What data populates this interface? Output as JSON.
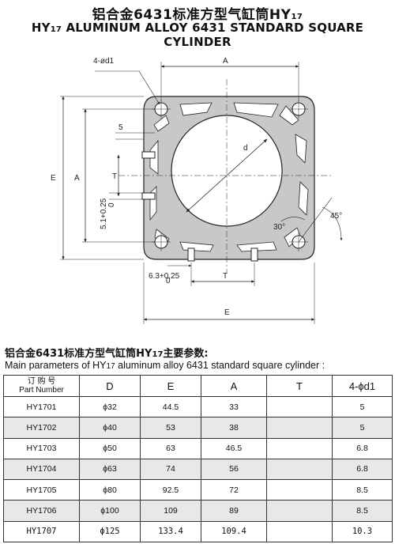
{
  "header": {
    "title_cn": "铝合金6431标准方型气缸筒",
    "title_cn_model": "HY",
    "title_cn_sub": "17",
    "title_en_pre": "HY",
    "title_en_sub": "17",
    "title_en_rest": " ALUMINUM ALLOY 6431 STANDARD SQUARE CYLINDER"
  },
  "drawing": {
    "labels": {
      "holes": "4-ød1",
      "a_top": "A",
      "five": "5",
      "d": "d",
      "e_left": "E",
      "a_left": "A",
      "t_left": "T",
      "slot_dim": "5.1+0.25",
      "slot_tol": "0",
      "angle_30": "30°",
      "angle_45": "45°",
      "bottom_dim": "6.3+0.25",
      "bottom_tol": "0",
      "t_bottom": "T",
      "e_bottom": "E"
    }
  },
  "params": {
    "title_cn_pre": "铝合金6431标准方型气缸筒HY",
    "title_cn_sub": "17",
    "title_cn_post": "主要参数:",
    "title_en_pre": "Main parameters of HY",
    "title_en_sub": "17",
    "title_en_post": " aluminum alloy 6431 standard square cylinder :"
  },
  "table": {
    "header": {
      "part_cn": "订 购 号",
      "part_en": "Part Number",
      "d": "D",
      "e": "E",
      "a": "A",
      "t": "T",
      "d1": "4-ϕd1"
    },
    "rows": [
      {
        "part": "HY1701",
        "d": "ϕ32",
        "e": "44.5",
        "a": "33",
        "t": "",
        "d1": "5"
      },
      {
        "part": "HY1702",
        "d": "ϕ40",
        "e": "53",
        "a": "38",
        "t": "",
        "d1": "5"
      },
      {
        "part": "HY1703",
        "d": "ϕ50",
        "e": "63",
        "a": "46.5",
        "t": "",
        "d1": "6.8"
      },
      {
        "part": "HY1704",
        "d": "ϕ63",
        "e": "74",
        "a": "56",
        "t": "",
        "d1": "6.8"
      },
      {
        "part": "HY1705",
        "d": "ϕ80",
        "e": "92.5",
        "a": "72",
        "t": "",
        "d1": "8.5"
      },
      {
        "part": "HY1706",
        "d": "ϕ100",
        "e": "109",
        "a": "89",
        "t": "",
        "d1": "8.5"
      },
      {
        "part": "HY1707",
        "d": "ϕ125",
        "e": "133.4",
        "a": "109.4",
        "t": "",
        "d1": "10.3"
      }
    ]
  }
}
